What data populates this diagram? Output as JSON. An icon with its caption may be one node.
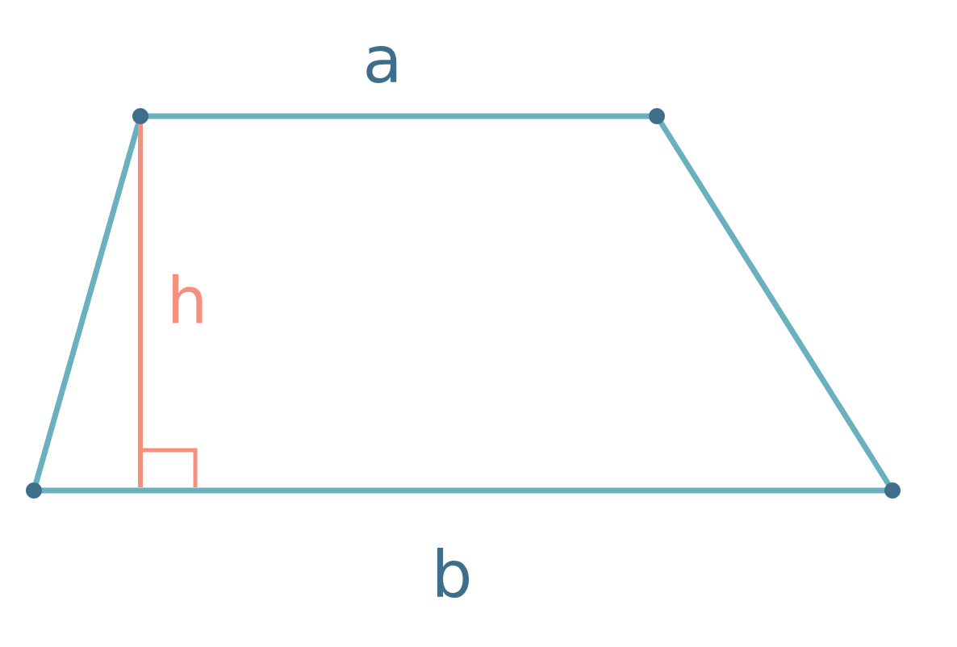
{
  "diagram": {
    "labels": [
      "a",
      "h",
      "b"
    ]
  }
}
